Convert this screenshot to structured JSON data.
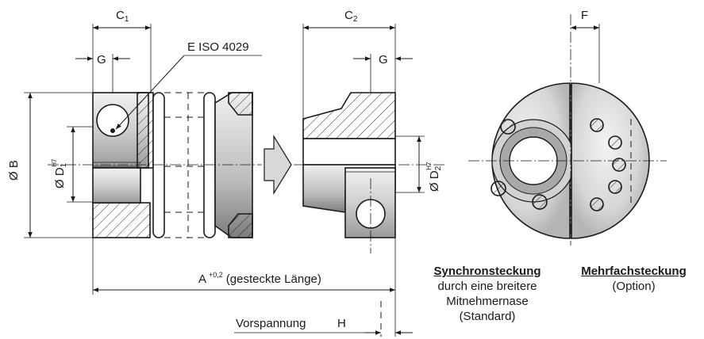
{
  "labels": {
    "c1": "C",
    "c1_sub": "1",
    "c2": "C",
    "c2_sub": "2",
    "f": "F",
    "g_left": "G",
    "g_right": "G",
    "e_iso": "E ISO  4029",
    "phi_b": "Ø B",
    "phi_d1": "Ø D",
    "phi_d1_sub": "1",
    "phi_d1_sup": "H7",
    "phi_d2": "Ø D",
    "phi_d2_sub": "2",
    "phi_d2_sup": "H7",
    "a_dim": "A",
    "a_tol": "+0,2",
    "a_desc": "(gesteckte Länge)",
    "vorspannung": "Vorspannung",
    "h": "H"
  },
  "captions": {
    "synchron": {
      "title": "Synchronsteckung",
      "line1": "durch eine breitere",
      "line2": "Mitnehmernase",
      "line3": "(Standard)"
    },
    "mehrfach": {
      "title": "Mehrfachsteckung",
      "line1": "(Option)"
    }
  },
  "colors": {
    "ink": "#1a1a1a",
    "shade_light": "#e6e6e6",
    "shade_mid": "#c8c8c8",
    "shade_dark": "#8a8a8a",
    "arrow_fill": "#d9d9d9"
  }
}
